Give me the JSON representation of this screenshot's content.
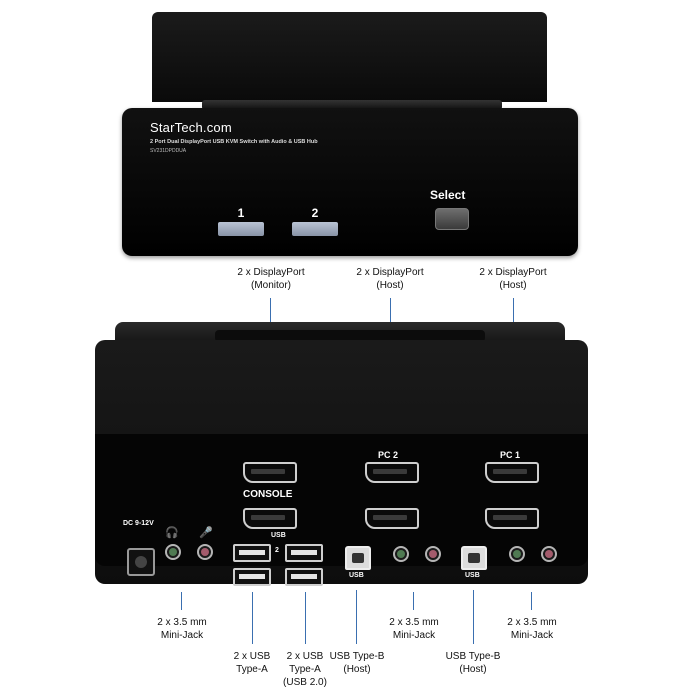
{
  "front": {
    "brand": "StarTech.com",
    "product_line": "2 Port Dual DisplayPort USB KVM Switch with Audio & USB Hub",
    "model": "SV231DPDDUA",
    "port_buttons": [
      "1",
      "2"
    ],
    "select_label": "Select"
  },
  "top_callouts": [
    {
      "line1": "2 x DisplayPort",
      "line2": "(Monitor)"
    },
    {
      "line1": "2 x DisplayPort",
      "line2": "(Host)"
    },
    {
      "line1": "2 x DisplayPort",
      "line2": "(Host)"
    }
  ],
  "back": {
    "console_label": "CONSOLE",
    "pc2_label": "PC 2",
    "pc1_label": "PC 1",
    "dc_label": "DC 9-12V",
    "usb_label": "USB",
    "usb_hub_number": "2",
    "usb_b_label_1": "USB",
    "usb_b_label_2": "USB",
    "headphone_glyph": "🎧",
    "mic_glyph": "🎤",
    "colors": {
      "green_jack": "#4f7a52",
      "pink_jack": "#a35b6c",
      "callout_line": "#3a6fb0"
    }
  },
  "bottom_callouts": [
    {
      "lines": [
        "2 x 3.5 mm",
        "Mini-Jack"
      ]
    },
    {
      "lines": [
        "2 x USB",
        "Type-A"
      ]
    },
    {
      "lines": [
        "2 x USB",
        "Type-A",
        "(USB 2.0)"
      ]
    },
    {
      "lines": [
        "USB Type-B",
        "(Host)"
      ]
    },
    {
      "lines": [
        "2 x 3.5 mm",
        "Mini-Jack"
      ]
    },
    {
      "lines": [
        "USB Type-B",
        "(Host)"
      ]
    },
    {
      "lines": [
        "2 x 3.5 mm",
        "Mini-Jack"
      ]
    }
  ]
}
